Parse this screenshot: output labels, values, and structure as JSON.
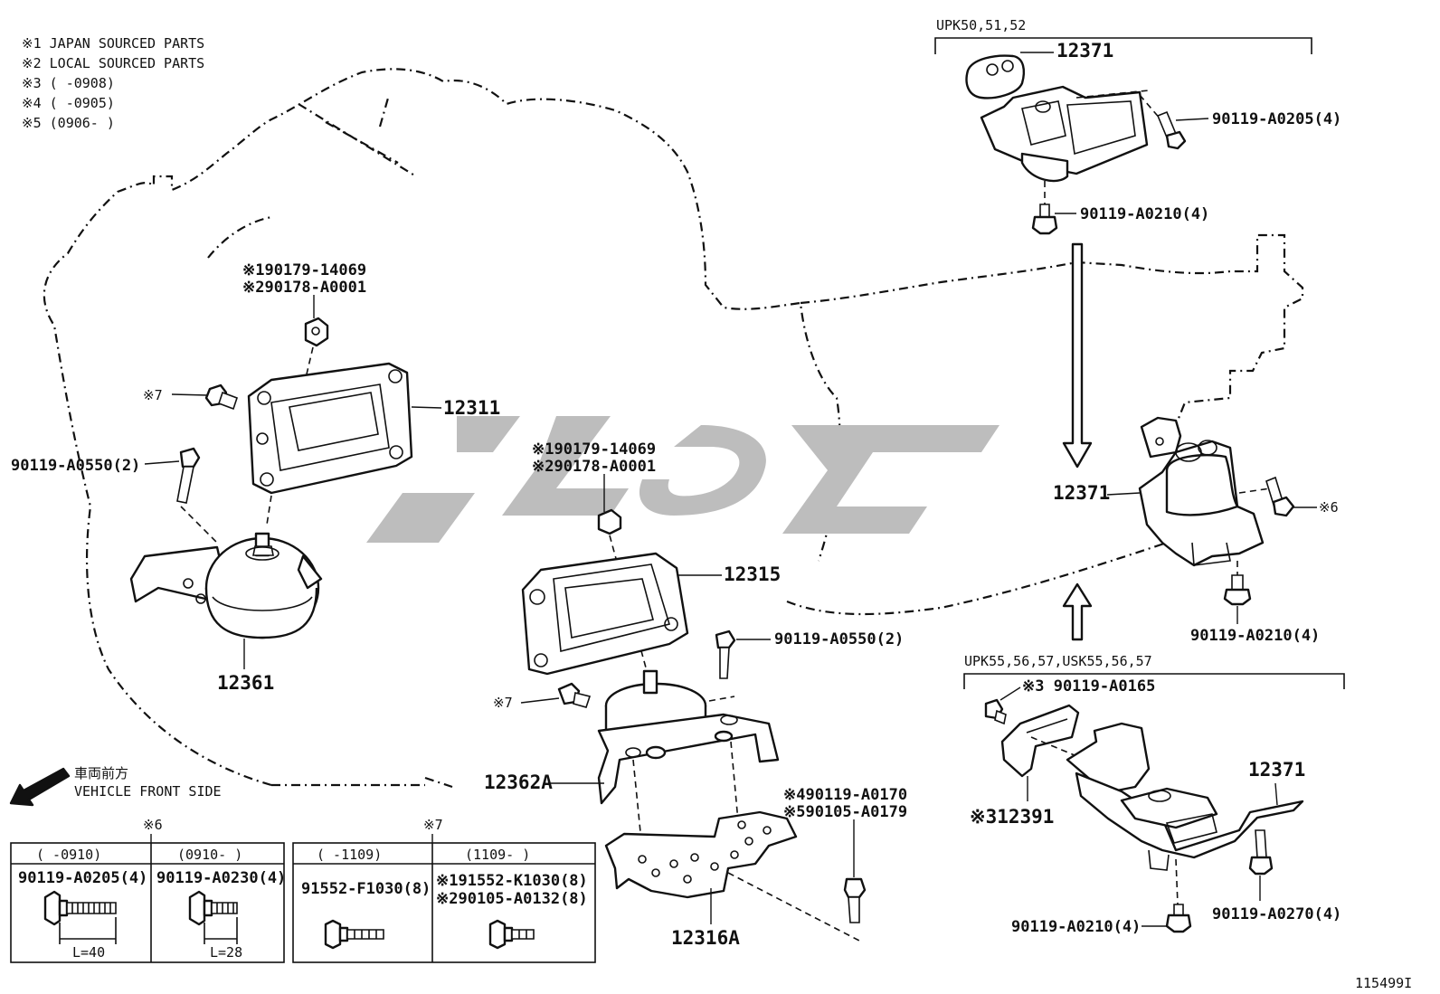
{
  "notes": [
    "※1 JAPAN SOURCED PARTS",
    "※2 LOCAL SOURCED PARTS",
    "※3 (      -0908)",
    "※4 (      -0905)",
    "※5 (0906-      )"
  ],
  "front_side": {
    "line1": "車両前方",
    "line2": "VEHICLE FRONT SIDE"
  },
  "groups": {
    "upk50": "UPK50,51,52",
    "upk55": "UPK55,56,57,USK55,56,57"
  },
  "labels": {
    "p12371_top": "12371",
    "p90119_a0205": "90119-A0205(4)",
    "p90119_a0210_top": "90119-A0210(4)",
    "nut_left_1": "※190179-14069",
    "nut_left_2": "※290178-A0001",
    "p12311": "12311",
    "bolt_left_note": "※7",
    "p90119_a0550_left": "90119-A0550(2)",
    "p12361": "12361",
    "nut_mid_1": "※190179-14069",
    "nut_mid_2": "※290178-A0001",
    "p12315": "12315",
    "p90119_a0550_mid": "90119-A0550(2)",
    "bolt_mid_note": "※7",
    "p12362a": "12362A",
    "p90119_a0170": "※490119-A0170",
    "p90105_a0179": "※590105-A0179",
    "p12316a": "12316A",
    "p12371_mid": "12371",
    "bolt_right_note": "※6",
    "p90119_a0210_mid": "90119-A0210(4)",
    "p90119_a0165": "※3 90119-A0165",
    "p12391": "※312391",
    "p12371_bot": "12371",
    "p90119_a0210_bot": "90119-A0210(4)",
    "p90119_a0270": "90119-A0270(4)"
  },
  "table6": {
    "note": "※6",
    "col1_head": "(      -0910)",
    "col2_head": "(0910-      )",
    "col1_part": "90119-A0205(4)",
    "col2_part": "90119-A0230(4)",
    "col1_len": "L=40",
    "col2_len": "L=28"
  },
  "table7": {
    "note": "※7",
    "col1_head": "(      -1109)",
    "col2_head": "(1109-      )",
    "col1_part": "91552-F1030(8)",
    "col2_part_1": "※191552-K1030(8)",
    "col2_part_2": "※290105-A0132(8)"
  },
  "figure_id": "115499I"
}
